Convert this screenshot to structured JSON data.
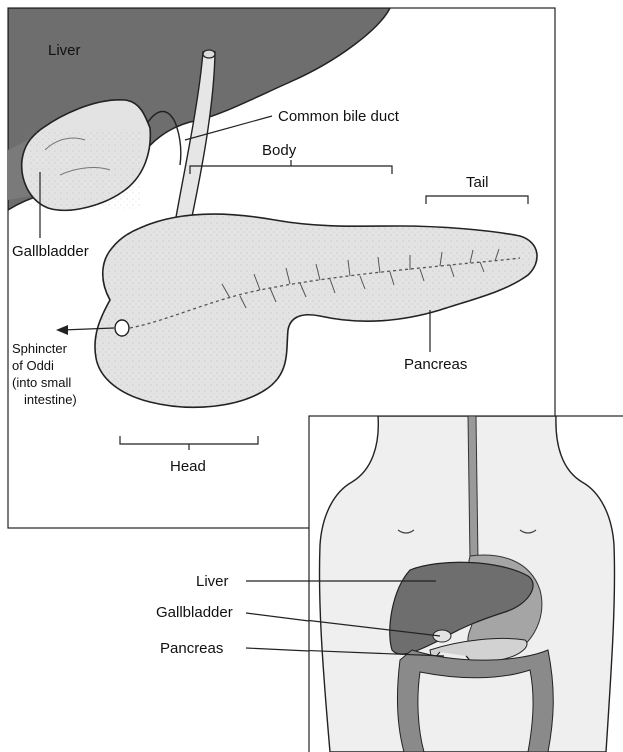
{
  "main_figure": {
    "labels": {
      "liver": "Liver",
      "common_bile_duct": "Common bile duct",
      "body": "Body",
      "tail": "Tail",
      "gallbladder": "Gallbladder",
      "sphincter_line1": "Sphincter",
      "sphincter_line2": "of Oddi",
      "sphincter_line3": "(into small",
      "sphincter_line4": "intestine)",
      "pancreas": "Pancreas",
      "head": "Head"
    }
  },
  "inset_figure": {
    "labels": {
      "liver": "Liver",
      "gallbladder": "Gallbladder",
      "pancreas": "Pancreas"
    }
  },
  "colors": {
    "liver_dark": "#6e6e6e",
    "organ_light": "#e3e3e3",
    "skin": "#efefef",
    "line": "#222222"
  }
}
